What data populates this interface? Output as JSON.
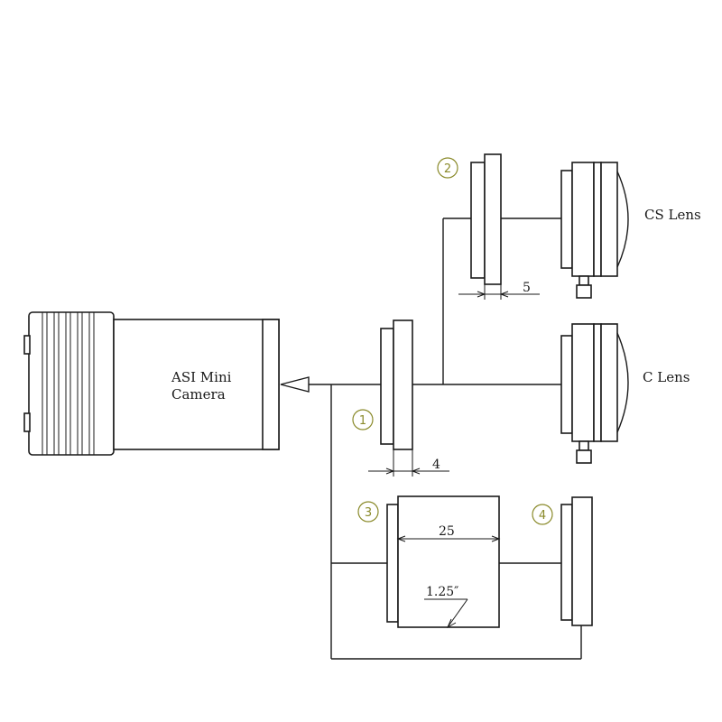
{
  "camera": {
    "label_line1": "ASI Mini",
    "label_line2": "Camera"
  },
  "lenses": {
    "cs_lens": "CS   Lens",
    "c_lens": "C   Lens"
  },
  "parts": {
    "p1": "1",
    "p2": "2",
    "p3": "3",
    "p4": "4"
  },
  "dimensions": {
    "d5": "5",
    "d4": "4",
    "d25": "25",
    "d125": "1.25″"
  },
  "colors": {
    "line": "#1a1a1a",
    "marker": "#8a8a2a"
  }
}
